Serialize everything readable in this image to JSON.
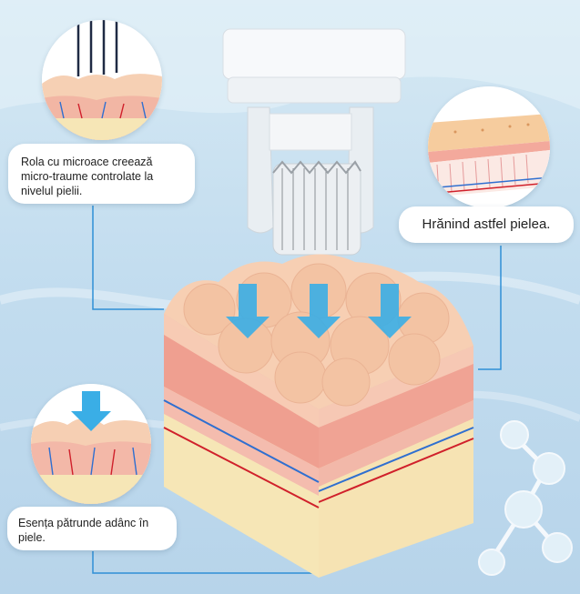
{
  "callouts": {
    "roller_text": "Rola cu microace creează micro-traume controlate la nivelul pielii.",
    "nourish_text": "Hrănind astfel pielea.",
    "essence_text": "Esența pătrunde adânc în piele."
  },
  "icons": [
    "microneedle-roller-icon",
    "skin-layer-diagram-icon",
    "arrow-down-icon",
    "molecule-icon"
  ],
  "colors": {
    "background": "#c3ddef",
    "arrow_blue": "#3aaee6",
    "line_blue": "#2f8fd6",
    "skin_top": "#f5c9a8",
    "dermis_pink": "#f0a394",
    "fat_yellow": "#f6e6b6"
  }
}
